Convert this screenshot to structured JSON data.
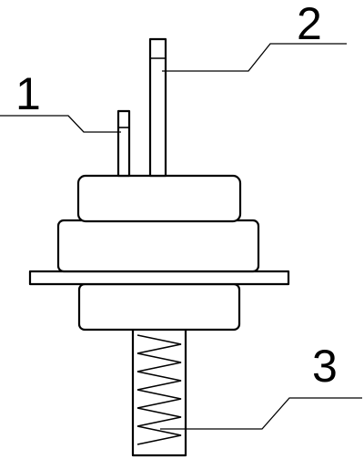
{
  "labels": {
    "one": "1",
    "two": "2",
    "three": "3"
  }
}
